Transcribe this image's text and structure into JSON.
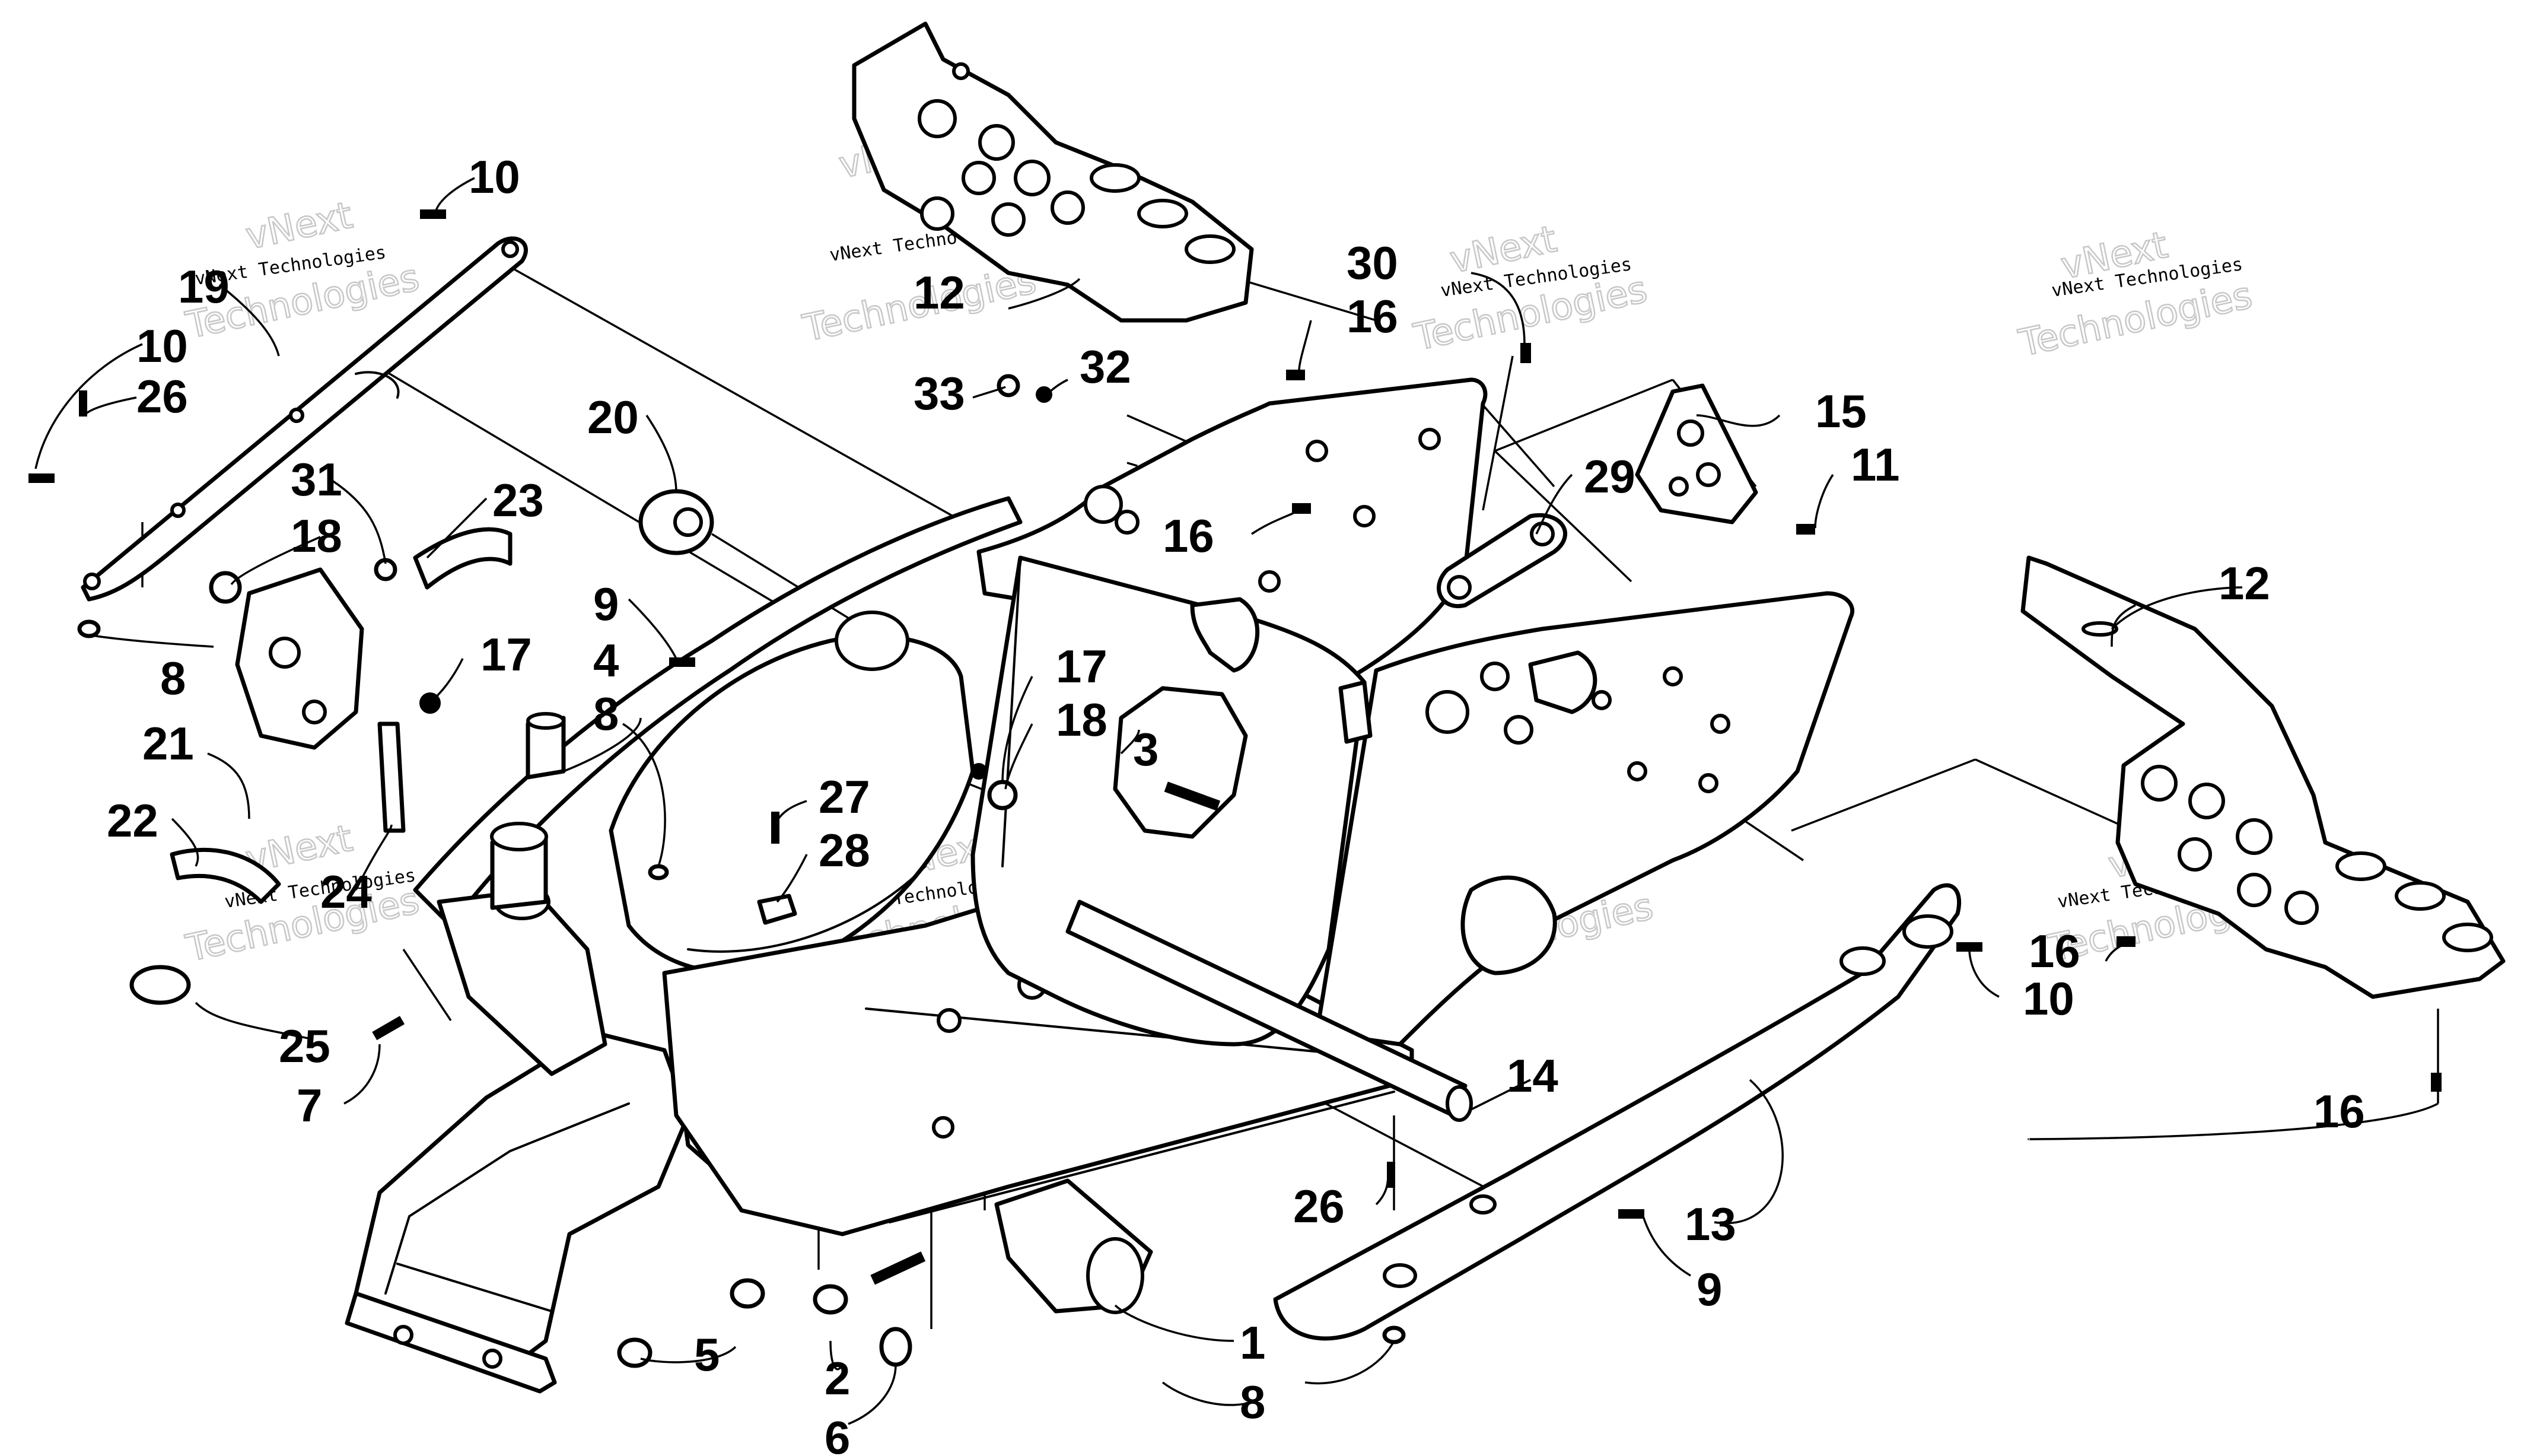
{
  "diagram": {
    "callouts": [
      "1",
      "2",
      "3",
      "4",
      "5",
      "6",
      "7",
      "8",
      "9",
      "10",
      "11",
      "12",
      "13",
      "14",
      "15",
      "16",
      "17",
      "18",
      "19",
      "20",
      "21",
      "22",
      "23",
      "24",
      "25",
      "26",
      "27",
      "28",
      "29",
      "30",
      "31",
      "32",
      "33"
    ],
    "watermark": {
      "line1": "vNext Technologies",
      "line2": "vNext",
      "line3": "Technologies"
    },
    "colors": {
      "ink": "#000000",
      "paper": "#ffffff",
      "watermark": "#c8c8c8"
    }
  }
}
